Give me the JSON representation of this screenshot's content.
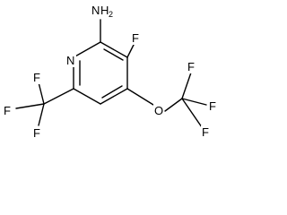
{
  "molecule": {
    "atoms": {
      "amine_n": "N",
      "amine_h": "H",
      "amine_h_count": "2",
      "ring_n": "N",
      "ring_f": "F",
      "ether_o": "O",
      "ocf3_f_top": "F",
      "ocf3_f_right": "F",
      "ocf3_f_bottom": "F",
      "cf3_f_top": "F",
      "cf3_f_left": "F",
      "cf3_f_bottom": "F"
    }
  }
}
